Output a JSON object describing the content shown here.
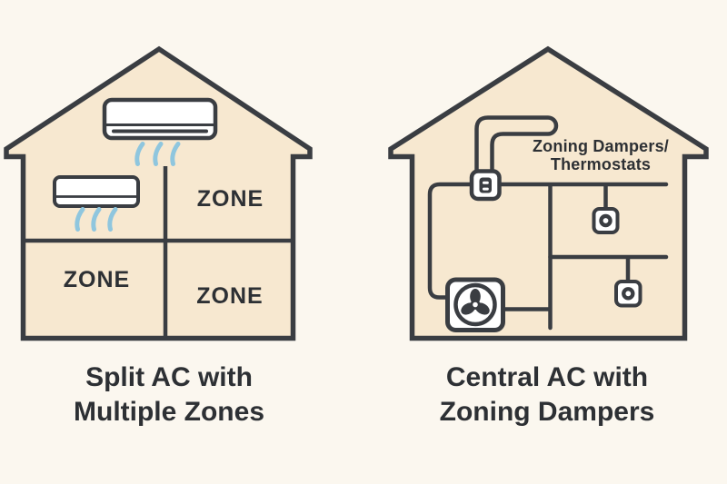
{
  "colors": {
    "bg-color": "#FBF7EF",
    "house-fill": "#F7E8D0",
    "line-color": "#3A3D42",
    "text-color": "#2D3034",
    "flow-color": "#8FC6DE"
  },
  "left_panel": {
    "type": "illustration",
    "zones": [
      "ZONE",
      "ZONE",
      "ZONE"
    ],
    "caption": {
      "line1": "Split AC with",
      "line2": "Multiple Zones"
    },
    "icons": [
      "house-outline",
      "wall-ac-unit",
      "wall-ac-unit",
      "airflow",
      "airflow"
    ]
  },
  "right_panel": {
    "type": "illustration",
    "annotation": {
      "line1": "Zoning Dampers/",
      "line2": "Thermostats"
    },
    "caption": {
      "line1": "Central AC with",
      "line2": "Zoning Dampers"
    },
    "icons": [
      "house-outline",
      "duct-riser",
      "supply-duct",
      "zoning-damper",
      "thermostat",
      "thermostat",
      "fan-unit"
    ]
  }
}
